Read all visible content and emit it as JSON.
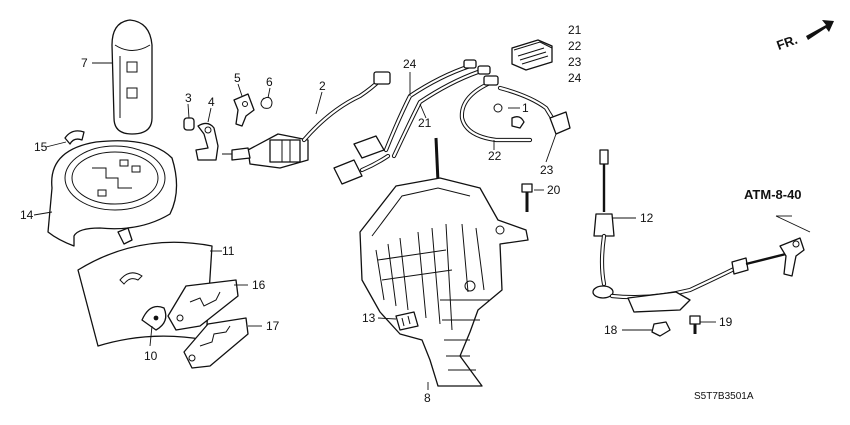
{
  "direction_label": "FR.",
  "reference_label": "ATM-8-40",
  "diagram_code": "S5T7B3501A",
  "callouts": {
    "c1": "1",
    "c2": "2",
    "c3": "3",
    "c4": "4",
    "c5": "5",
    "c6": "6",
    "c7": "7",
    "c8": "8",
    "c10": "10",
    "c11": "11",
    "c12": "12",
    "c13": "13",
    "c14": "14",
    "c15": "15",
    "c16": "16",
    "c17": "17",
    "c18": "18",
    "c19": "19",
    "c20": "20",
    "c21a": "21",
    "c21b": "21",
    "c22a": "22",
    "c22b": "22",
    "c23a": "23",
    "c23b": "23",
    "c24a": "24",
    "c24b": "24"
  }
}
